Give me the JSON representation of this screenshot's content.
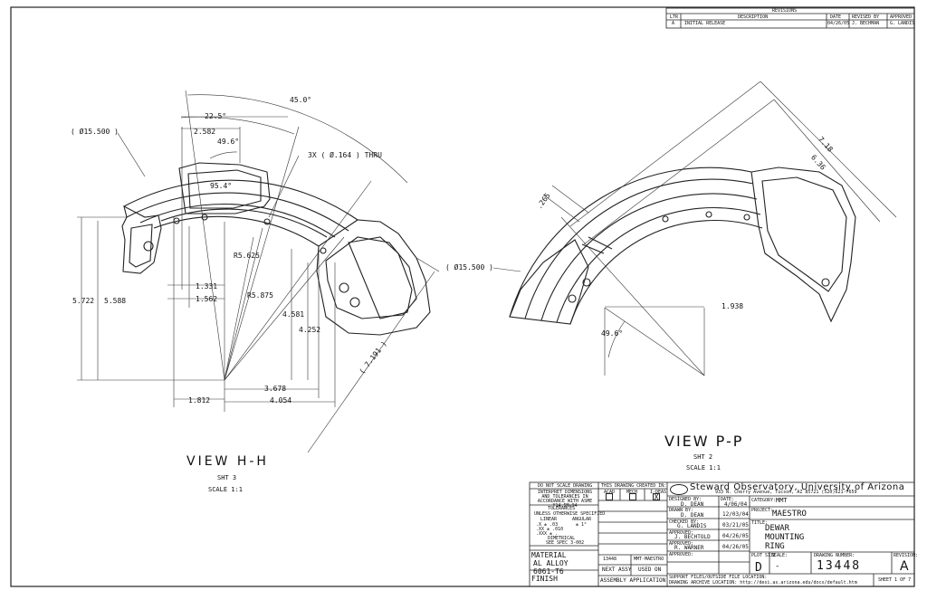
{
  "revisions": {
    "title": "REVISIONS",
    "headers": [
      "LTR",
      "DESCRIPTION",
      "DATE",
      "REVISED BY",
      "APPROVED"
    ],
    "rows": [
      [
        "A",
        "INITIAL RELEASE",
        "04/26/05",
        "J. BECHMAN",
        "G. LANDIS"
      ]
    ]
  },
  "view_h": {
    "title": "VIEW H-H",
    "sheet": "SHT 3",
    "scale": "SCALE 1:1",
    "dims": {
      "ang45": "45.0°",
      "ang22": "22.5°",
      "d2582": "2.582",
      "ang49": "49.6°",
      "ang95": "95.4°",
      "dia": "( Ø15.500 )",
      "holes": "3X ( Ø.164 ) THRU",
      "r5625": "R5.625",
      "r5875": "R5.875",
      "d1331": "1.331",
      "d1562": "1.562",
      "d5722": "5.722",
      "d5588": "5.588",
      "d4581": "4.581",
      "d4252": "4.252",
      "d3678": "3.678",
      "d1812": "1.812",
      "d4054": "4.054",
      "d7191": "( 7.191 )"
    }
  },
  "view_p": {
    "title": "VIEW P-P",
    "sheet": "SHT 2",
    "scale": "SCALE 1:1",
    "dims": {
      "d718": "7.18",
      "d636": "6.36",
      "d265": ".265",
      "dia": "( Ø15.500 )",
      "d1938": "1.938",
      "ang49": "49.6°"
    }
  },
  "title_block": {
    "note_scale": "DO NOT SCALE DRAWING",
    "note_interpret": "INTERPRET DIMENSIONS AND TOLERANCES IN ACCORDANCE WITH ASME Y14.5M-94",
    "tolerances": "TOLERANCES",
    "unless": "UNLESS OTHERWISE SPECIFIED",
    "linear": "LINEAR",
    "angular": "ANGULAR",
    "tol_x": ".X   ± .03",
    "tol_xx": ".XX  ± .010",
    "tol_xxx": ".XXX ± .",
    "tol_ang": "± 1°",
    "dimetrical": "DIMETRICAL",
    "see_spec": "SEE SPEC 3-002",
    "material_label": "MATERIAL",
    "material_1": "AL  ALLOY",
    "material_2": "6061-T6",
    "finish_label": "FINISH",
    "created_in": "THIS DRAWING CREATED IN:",
    "acad": "ACAD",
    "mech": "MECH",
    "ideas": "I-DEAS",
    "ideas_mark": "X",
    "part_no": "13448",
    "assy_name": "MMT-MAESTRO",
    "next_assy": "NEXT ASSY",
    "used_on": "USED ON",
    "assembly_app": "ASSEMBLY APPLICATION",
    "org": "Steward Observatory, University of Arizona",
    "address": "933 N. Cherry Avenue, Tucson, AZ 85721  (520)621-7659",
    "designed_by_label": "DESIGNED BY:",
    "designed_by": "D. DEAN",
    "date_label": "DATE:",
    "designed_date": "4/06/04",
    "drawn_by_label": "DRAWN BY:",
    "drawn_by": "D. DEAN",
    "drawn_date": "12/03/04",
    "checked_label": "CHECKED BY:",
    "checked_by": "G. LANDIS",
    "checked_date": "03/21/05",
    "approved1_label": "APPROVED:",
    "approved1": "J. BECHTOLD",
    "approved1_date": "04/26/05",
    "approved2_label": "APPROVED:",
    "approved2": "R. WARNER",
    "approved2_date": "04/26/05",
    "approved3_label": "APPROVED:",
    "category_label": "CATEGORY:",
    "category": "MMT",
    "project_label": "PROJECT:",
    "project": "MAESTRO",
    "title_label": "TITLE:",
    "title_1": "DEWAR",
    "title_2": "MOUNTING",
    "title_3": "RING",
    "plot_size_label": "PLOT SIZE",
    "scale_label": "SCALE:",
    "plot_size": "D",
    "scale_val": "-",
    "drawing_number_label": "DRAWING NUMBER:",
    "drawing_number": "13448",
    "revision_label": "REVISION:",
    "revision": "A",
    "support_label": "SUPPORT FILES/OUTSIDE FILE LOCATION:",
    "archive": "DRAWING ARCHIVE LOCATION: http://desi.as.arizona.edu/docs/default.htm",
    "sheet": "SHEET 1 OF 7"
  }
}
